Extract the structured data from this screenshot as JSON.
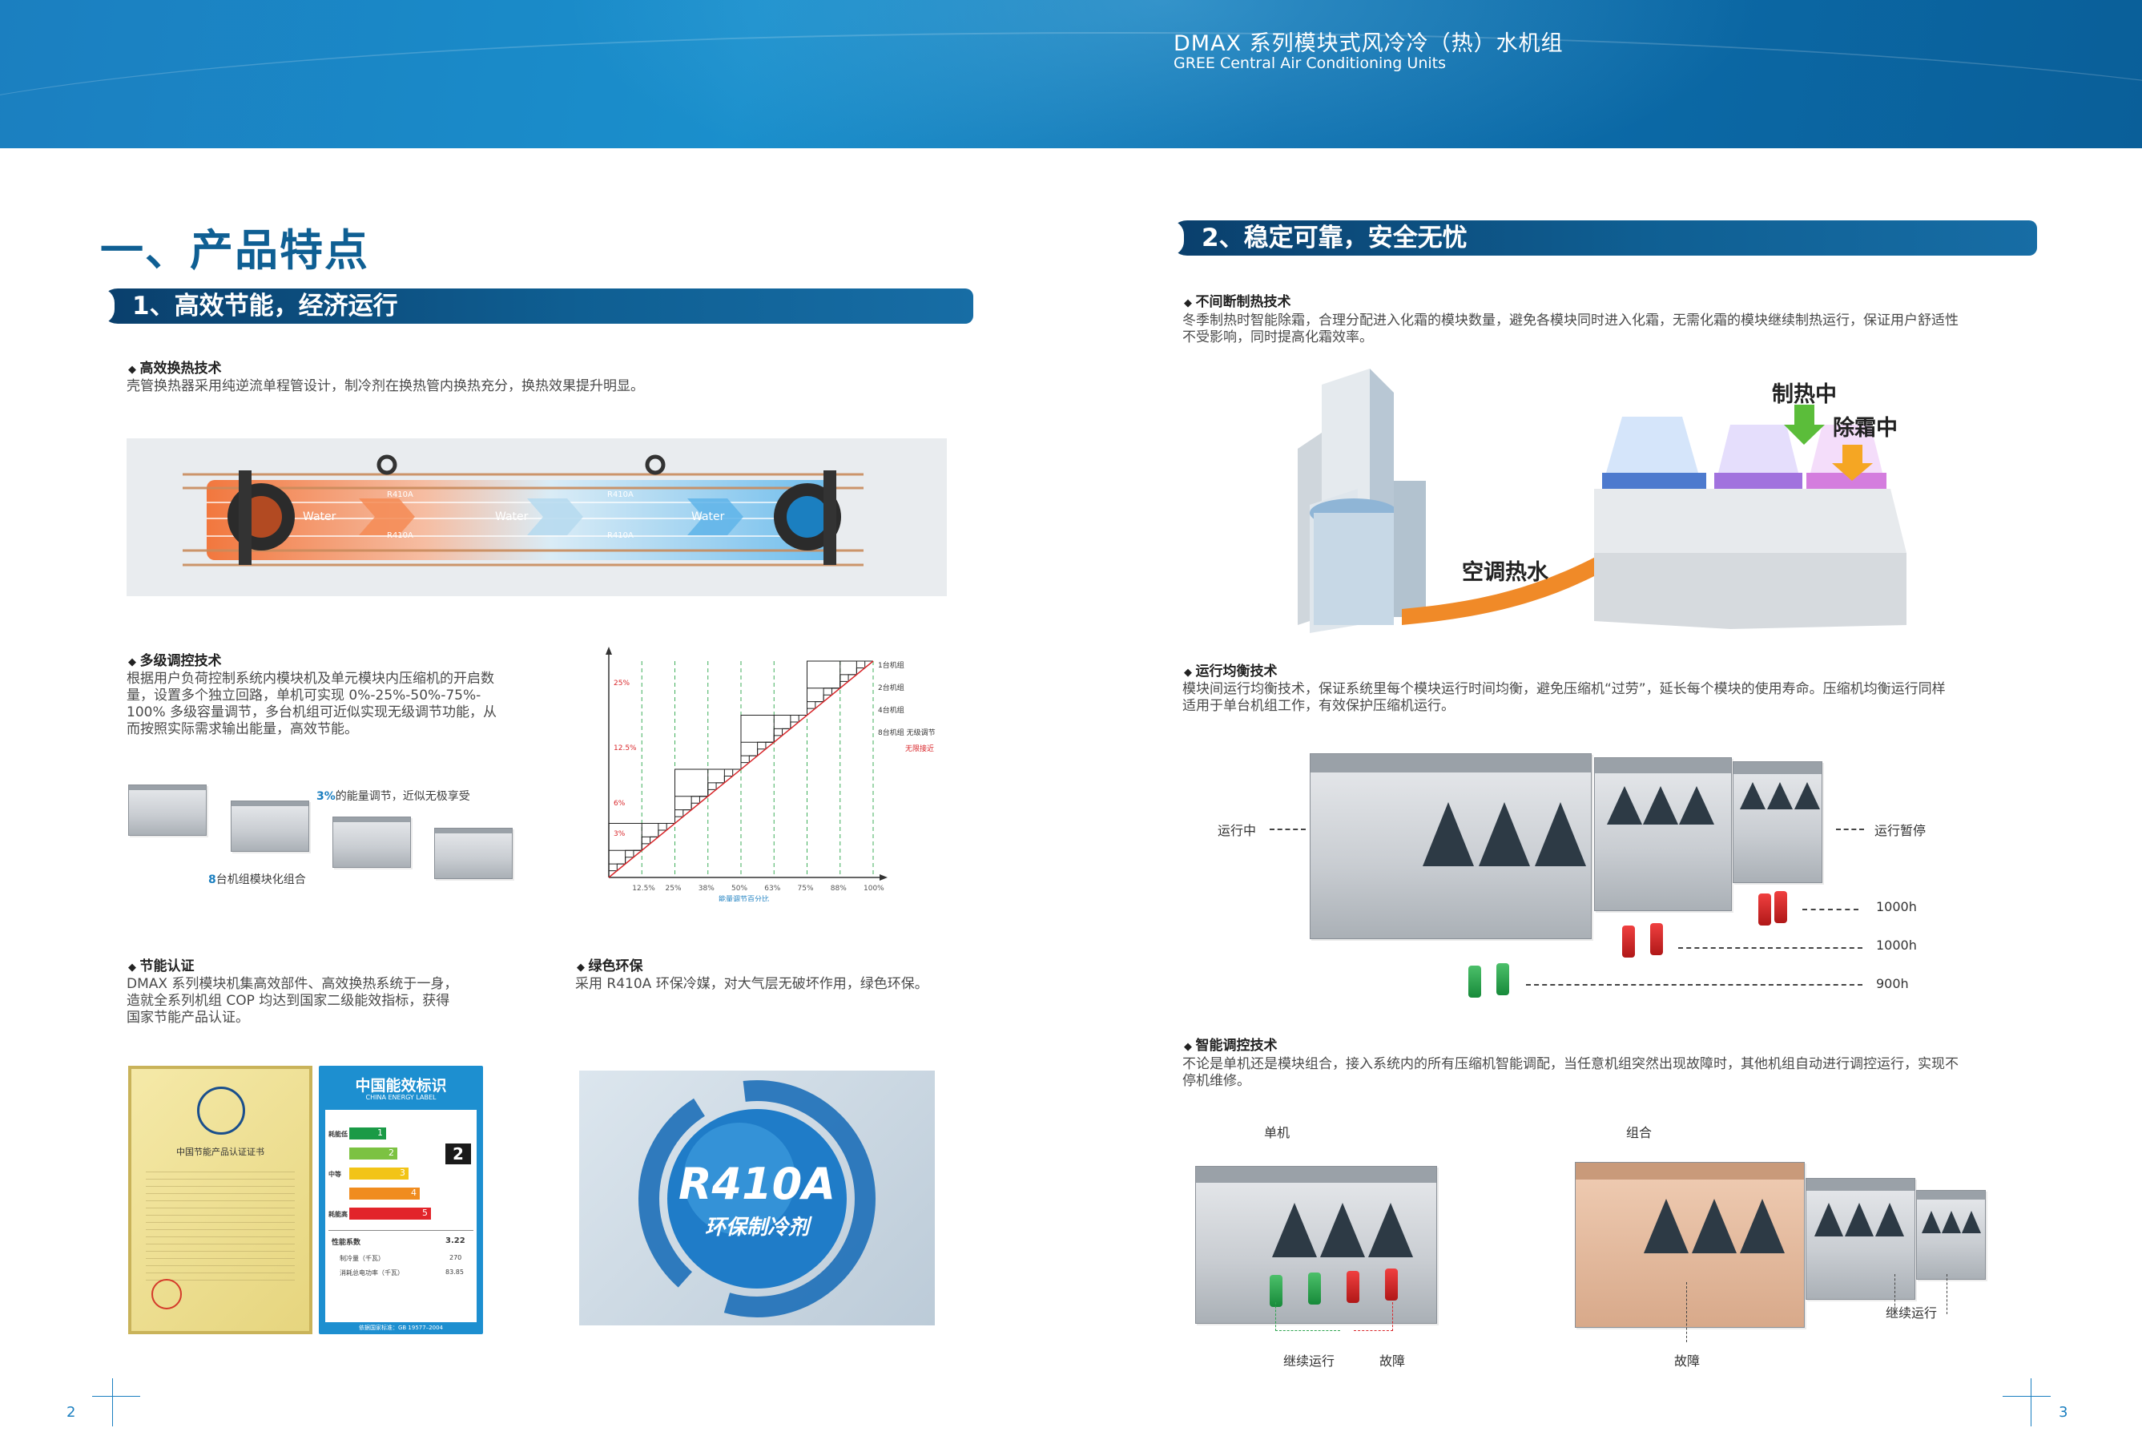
{
  "header": {
    "title": "DMAX 系列模块式风冷冷（热）水机组",
    "subtitle": "GREE Central Air Conditioning Units"
  },
  "page_title": "一、产品特点",
  "section1": {
    "title": "1、高效节能，经济运行",
    "heat_exchange": {
      "heading": "高效换热技术",
      "text": "壳管换热器采用纯逆流单程管设计，制冷剂在换热管内换热充分，换热效果提升明显。",
      "labels": [
        "Water",
        "Water",
        "Water",
        "R410A",
        "R410A",
        "R410A",
        "R410A"
      ]
    },
    "multi_level": {
      "heading": "多级调控技术",
      "text_lines": [
        "根据用户负荷控制系统内模块机及单元模块内压缩机的开启数",
        "量，设置多个独立回路，单机可实现 0%-25%-50%-75%-",
        "100% 多级容量调节，多台机组可近似实现无级调节功能，从",
        "而按照实际需求输出能量，高效节能。"
      ],
      "note_pct": "3%",
      "note_text": "的能量调节，近似无极享受",
      "combo_num": "8",
      "combo_text": "台机组模块化组合"
    },
    "energy_cert": {
      "heading": "节能认证",
      "text_lines": [
        "DMAX 系列模块机集高效部件、高效换热系统于一身，",
        "造就全系列机组 COP 均达到国家二级能效指标，获得",
        "国家节能产品认证。"
      ],
      "cert_title": "中国节能产品认证证书",
      "label_title": "中国能效标识",
      "label_sub": "CHINA ENERGY LABEL",
      "grades": [
        "1",
        "2",
        "3",
        "4",
        "5"
      ],
      "grade_side": [
        "耗能低",
        "中等",
        "耗能高"
      ],
      "current_grade": "2",
      "perf_label": "性能系数",
      "perf_value": "3.22",
      "cool_label": "制冷量（千瓦）",
      "cool_value": "270",
      "power_label": "消耗总电功率（千瓦）",
      "power_value": "83.85",
      "std": "依据国家标准：GB 19577–2004"
    },
    "green": {
      "heading": "绿色环保",
      "text": "采用 R410A 环保冷媒，对大气层无破坏作用，绿色环保。",
      "logo_main": "R410A",
      "logo_sub": "环保制冷剂"
    }
  },
  "chart_data": {
    "type": "line",
    "title": "",
    "xlabel": "能量调节百分比",
    "x_ticks": [
      "12.5%",
      "25%",
      "38%",
      "50%",
      "63%",
      "75%",
      "88%",
      "100%"
    ],
    "y_ticks": [
      "3%",
      "6%",
      "12.5%",
      "25%"
    ],
    "series": [
      {
        "name": "1台机组",
        "step": 25,
        "y_end": 100
      },
      {
        "name": "2台机组",
        "step": 12.5,
        "y_end": 100
      },
      {
        "name": "4台机组",
        "step": 6.25,
        "y_end": 100
      },
      {
        "name": "8台机组 无级调节",
        "step": 3.125,
        "y_end": 100
      }
    ],
    "annotation": "无限接近",
    "xlim": [
      0,
      100
    ],
    "ylim": [
      0,
      100
    ]
  },
  "section2": {
    "title": "2、稳定可靠，安全无忧",
    "continuous_heat": {
      "heading": "不间断制热技术",
      "text_lines": [
        "冬季制热时智能除霜，合理分配进入化霜的模块数量，避免各模块同时进入化霜，无需化霜的模块继续制热运行，保证用户舒适性",
        "不受影响，同时提高化霜效率。"
      ],
      "label_heating": "制热中",
      "label_defrost": "除霜中",
      "label_water": "空调热水"
    },
    "balance": {
      "heading": "运行均衡技术",
      "text_lines": [
        "模块间运行均衡技术，保证系统里每个模块运行时间均衡，避免压缩机“过劳”，延长每个模块的使用寿命。压缩机均衡运行同样",
        "适用于单台机组工作，有效保护压缩机运行。"
      ],
      "label_running": "运行中",
      "label_paused": "运行暂停",
      "hours": [
        "1000h",
        "1000h",
        "900h"
      ]
    },
    "smart": {
      "heading": "智能调控技术",
      "text_lines": [
        "不论是单机还是模块组合，接入系统内的所有压缩机智能调配，当任意机组突然出现故障时，其他机组自动进行调控运行，实现不",
        "停机维修。"
      ],
      "label_single": "单机",
      "label_combo": "组合",
      "label_continue": "继续运行",
      "label_fault": "故障"
    }
  },
  "page_numbers": {
    "left": "2",
    "right": "3"
  },
  "colors": {
    "brand_blue": "#0f5f93",
    "header_blue": "#1b7fc0",
    "orange": "#f07a3c",
    "red": "#d9262a",
    "green": "#2ea44f"
  }
}
